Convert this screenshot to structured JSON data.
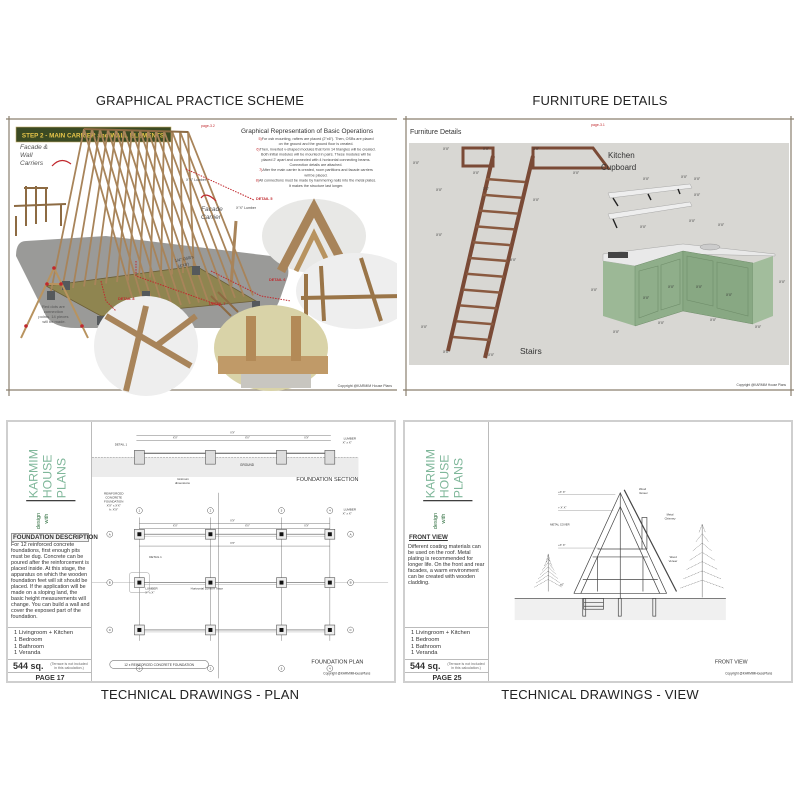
{
  "captions": {
    "top_left": "GRAPHICAL PRACTICE SCHEME",
    "top_right": "FURNITURE DETAILS",
    "bottom_left": "TECHNICAL DRAWINGS - PLAN",
    "bottom_right": "TECHNICAL DRAWINGS - VIEW"
  },
  "colors": {
    "banner_green": "#3b4a23",
    "banner_text": "#e8c64a",
    "wood": "#a8845a",
    "detail_red": "#c0282d",
    "cabinet_green": "#8fae8a",
    "brand_green": "#7fb79a"
  },
  "practice_scheme": {
    "banner": "STEP 2 - MAIN CARRIER and WALL ELEMENTS",
    "page_ref": "page-3.2",
    "heading": "Graphical Representation of Basic Operations",
    "steps": [
      {
        "num": "5",
        "lines": [
          "For osb mounting, rafters are placed (2\"x6\"). Then, OSBs are placed",
          "on the ground and the ground floor is created."
        ]
      },
      {
        "num": "6",
        "lines": [
          "Then, inverted v-shaped modules that form 14 triangles will be created.",
          "Both initial modules will be mounted in pairs. These modules will be",
          "placed 2' apart and connected with 4 horizontal connecting beams.",
          "Connection details are attached."
        ]
      },
      {
        "num": "7",
        "lines": [
          "After the main carrier is created, room partitions and facade carriers",
          "will be placed."
        ]
      },
      {
        "num": "8",
        "lines": [
          "All connections must be made by hammering nails into the metal plates.",
          "It makes the structure last longer."
        ]
      }
    ],
    "labels": {
      "facade_wall": [
        "Facade &",
        "Wall",
        "Carriers"
      ],
      "facade_carrier": [
        "Facade",
        "Carrier"
      ],
      "lumber_1": "X\"X\" Lumber",
      "lumber_2": "X\"X\" Lumber",
      "osb": [
        "1/4\" OSB's",
        "(4'X8')"
      ],
      "detail_5": "DETAIL 5",
      "detail_6": "DETAIL 6",
      "detail_7": "DETAIL 7",
      "detail_8": "DETAIL 8",
      "red_dots_note": [
        "Red dots are",
        "connection",
        "points. 14 pieces",
        "will be made."
      ]
    },
    "copyright": "Copyright @KARMIM House Plans"
  },
  "furniture": {
    "title": "Furniture Details",
    "page_ref": "page-3.1",
    "kitchen_label": [
      "Kitchen",
      "Cupboard"
    ],
    "stairs_label": "Stairs",
    "dimension": "X'X\"",
    "copyright": "Copyright @KARMIM House Plans"
  },
  "sidebar": {
    "brand_lines": [
      "KARMIM",
      "HOUSE",
      "PLANS"
    ],
    "tagline": [
      "design",
      "with"
    ],
    "rooms": [
      "1 Livingroom + Kitchen",
      "1 Bedroom",
      "1 Bathroom",
      "1 Veranda"
    ],
    "area": "544 sq.",
    "area_note": [
      "(Terrace is not included",
      "in this calculation.)"
    ]
  },
  "plan_sheet": {
    "section_title": "FOUNDATION DESCRIPTION",
    "section_body": "For 12 reinforced concrete foundations, first enough pits must be dug. Concrete can be poured after the reinforcement is placed inside. At this stage, the apparatus on which the wooden foundation feet will sit should be placed. If the application will be made on a sloping land, the basic height measurements will change. You can build a wall and cover the exposed part of the foundation.",
    "page": "PAGE 17",
    "drawing": {
      "foundation_section": "FOUNDATION SECTION",
      "foundation_plan": "FOUNDATION PLAN",
      "ground": "GROUND",
      "detail_1": "DETAIL 1",
      "minimum_dimensions": [
        "minimum",
        "dimensions"
      ],
      "lumber": [
        "LUMBER",
        "X\" x X\""
      ],
      "reinforced": [
        "REINFORCED",
        "CONCRETE",
        "FOUNDATION",
        "X'X\" x X'X\"",
        "h: X'X\""
      ],
      "horizontal_trace": "Horizontal Lumber Trace",
      "legend": "12 x REINFORCED CONCRETE FOUNDATION",
      "col_labels": [
        "1",
        "2",
        "3",
        "4"
      ],
      "row_labels": [
        "A",
        "B",
        "C"
      ],
      "dim": "X'X\"",
      "copyright": "Copyright @KARMIMHousePlans"
    }
  },
  "view_sheet": {
    "section_title": "FRONT VIEW",
    "section_body": "Different coating materials can be used on the roof. Metal plating is recommended for longer life. On the front and rear facades, a warm environment can be created with wooden cladding.",
    "page": "PAGE 25",
    "drawing": {
      "front_view": "FRONT VIEW",
      "wood_veneer_1": [
        "Wood",
        "Veneer"
      ],
      "metal_chimney": [
        "Metal",
        "Chimney"
      ],
      "metal_cover": "METAL COVER",
      "wood_veneer_2": [
        "Wood",
        "Veneer"
      ],
      "levels": [
        "+X' X\"",
        "+ X' X\"",
        "+X' X\"",
        "±0\""
      ],
      "copyright": "Copyright @KARMIMHousePlans"
    }
  }
}
